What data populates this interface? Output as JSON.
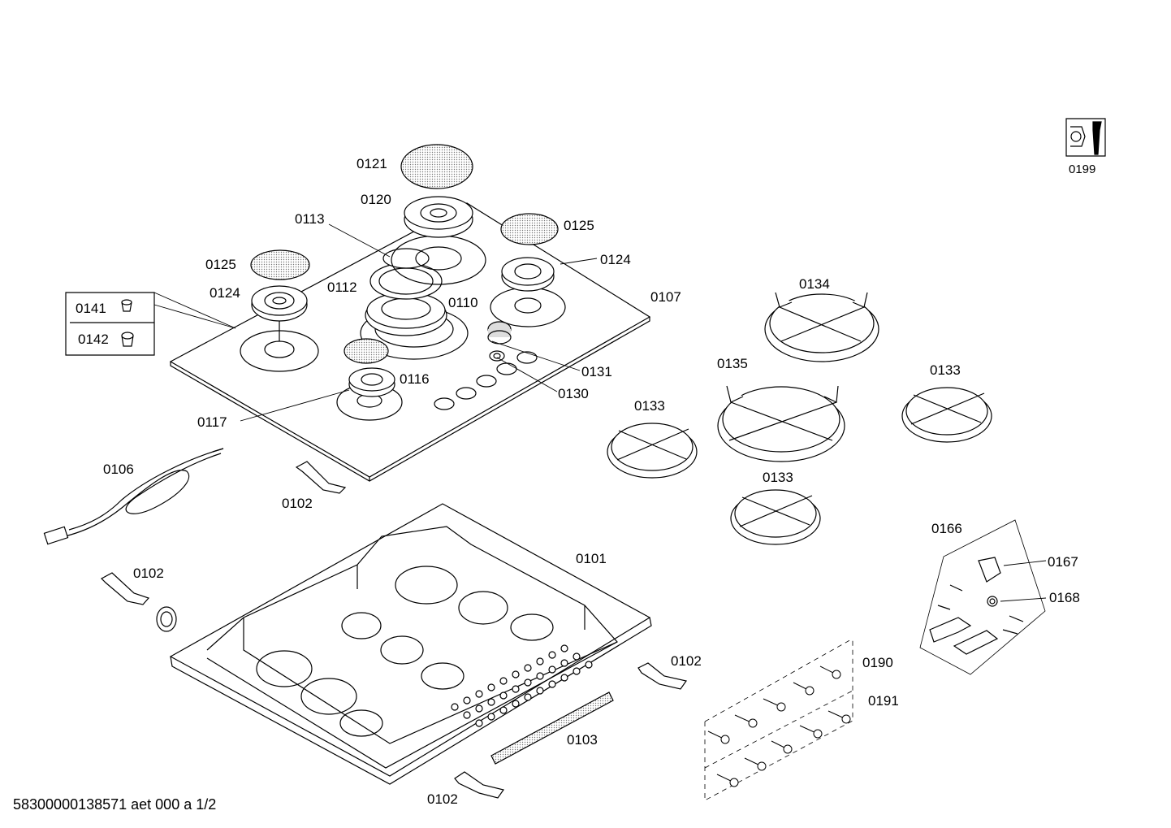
{
  "footer": "58300000138571 aet 000 a 1/2",
  "labels": {
    "p0101": "0101",
    "p0102": "0102",
    "p0103": "0103",
    "p0106": "0106",
    "p0107": "0107",
    "p0110": "0110",
    "p0112": "0112",
    "p0113": "0113",
    "p0116": "0116",
    "p0117": "0117",
    "p0120": "0120",
    "p0121": "0121",
    "p0124": "0124",
    "p0125": "0125",
    "p0130": "0130",
    "p0131": "0131",
    "p0133": "0133",
    "p0134": "0134",
    "p0135": "0135",
    "p0141": "0141",
    "p0142": "0142",
    "p0166": "0166",
    "p0167": "0167",
    "p0168": "0168",
    "p0190": "0190",
    "p0191": "0191",
    "p0199": "0199"
  }
}
